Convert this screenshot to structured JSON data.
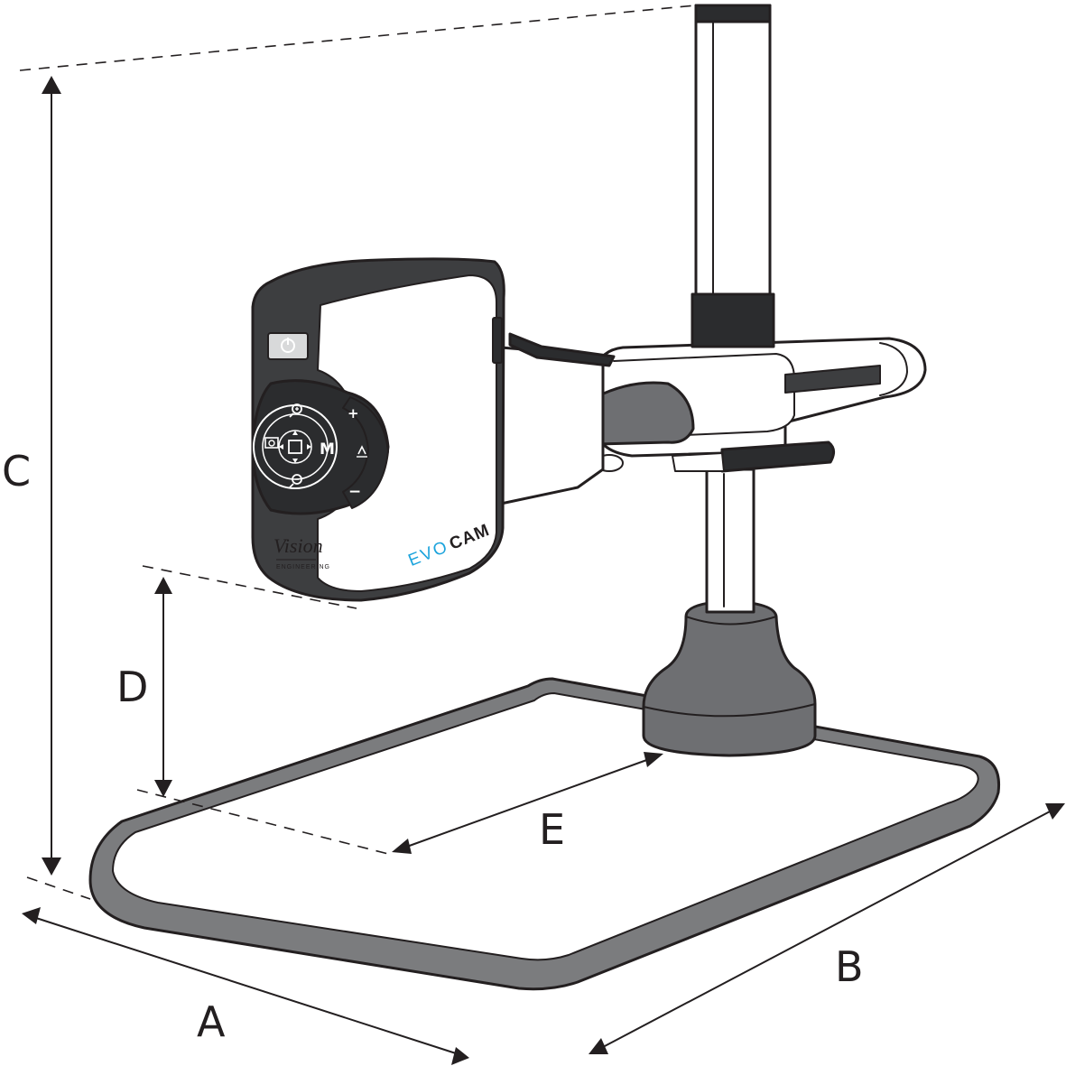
{
  "dimensions": {
    "A": "A",
    "B": "B",
    "C": "C",
    "D": "D",
    "E": "E"
  },
  "camera": {
    "brand": "Vision",
    "brand_tagline": "ENGINEERING",
    "model_prefix": "EVO",
    "model_suffix": "CAM",
    "buttons": {
      "plus": "+",
      "minus": "−",
      "menu": "M"
    }
  },
  "colors": {
    "ink": "#231f20",
    "base_rim": "#7b7c7e",
    "column_base": "#6e6f72",
    "camera_body": "#ffffff",
    "camera_trim": "#3d3e40",
    "keypad": "#2b2c2e",
    "model_accent": "#1ba3dc"
  },
  "icons": [
    "zoom-in-icon",
    "zoom-out-icon",
    "camera-icon",
    "autofocus-icon",
    "power-icon",
    "navigation-pad-icon"
  ]
}
